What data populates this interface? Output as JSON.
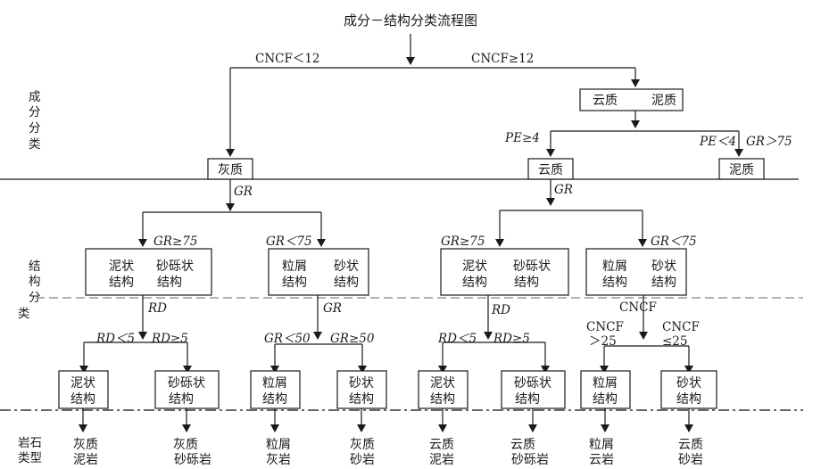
{
  "title": "成分－结构分类流程图",
  "side_labels": {
    "composition": [
      "成",
      "分",
      "分",
      "类"
    ],
    "structure": [
      "结",
      "构",
      "分",
      "类"
    ],
    "rock_type": [
      "岩石",
      "类型"
    ]
  },
  "level1": {
    "left_condition": "CNCF＜12",
    "right_condition": "CNCF≥12",
    "mixed_box": [
      "云质",
      "泥质"
    ]
  },
  "level2": {
    "pe_ge": "PE≥4",
    "pe_lt": "PE＜4",
    "gr_gt": "GR＞75",
    "boxes": [
      "灰质",
      "云质",
      "泥质"
    ]
  },
  "level3": {
    "gr_left": "GR",
    "gr_right": "GR",
    "cond": [
      "GR≥75",
      "GR＜75",
      "GR≥75",
      "GR＜75"
    ],
    "boxes": [
      [
        "泥状",
        "结构",
        "砂砾状",
        "结构"
      ],
      [
        "粒屑",
        "结构",
        "砂状",
        "结构"
      ],
      [
        "泥状",
        "结构",
        "砂砾状",
        "结构"
      ],
      [
        "粒屑",
        "结构",
        "砂状",
        "结构"
      ]
    ]
  },
  "level4": {
    "split_labels": [
      "RD",
      "GR",
      "RD",
      "CNCF"
    ],
    "cond": [
      "RD＜5",
      "RD≥5",
      "GR＜50",
      "GR≥50",
      "RD＜5",
      "RD≥5",
      "CNCF",
      "＞25",
      "CNCF",
      "≤25"
    ],
    "boxes": [
      [
        "泥状",
        "结构"
      ],
      [
        "砂砾状",
        "结构"
      ],
      [
        "粒屑",
        "结构"
      ],
      [
        "砂状",
        "结构"
      ],
      [
        "泥状",
        "结构"
      ],
      [
        "砂砾状",
        "结构"
      ],
      [
        "粒屑",
        "结构"
      ],
      [
        "砂状",
        "结构"
      ]
    ]
  },
  "rocks": [
    [
      "灰质",
      "泥岩"
    ],
    [
      "灰质",
      "砂砾岩"
    ],
    [
      "粒屑",
      "灰岩"
    ],
    [
      "灰质",
      "砂岩"
    ],
    [
      "云质",
      "泥岩"
    ],
    [
      "云质",
      "砂砾岩"
    ],
    [
      "粒屑",
      "云岩"
    ],
    [
      "云质",
      "砂岩"
    ]
  ]
}
